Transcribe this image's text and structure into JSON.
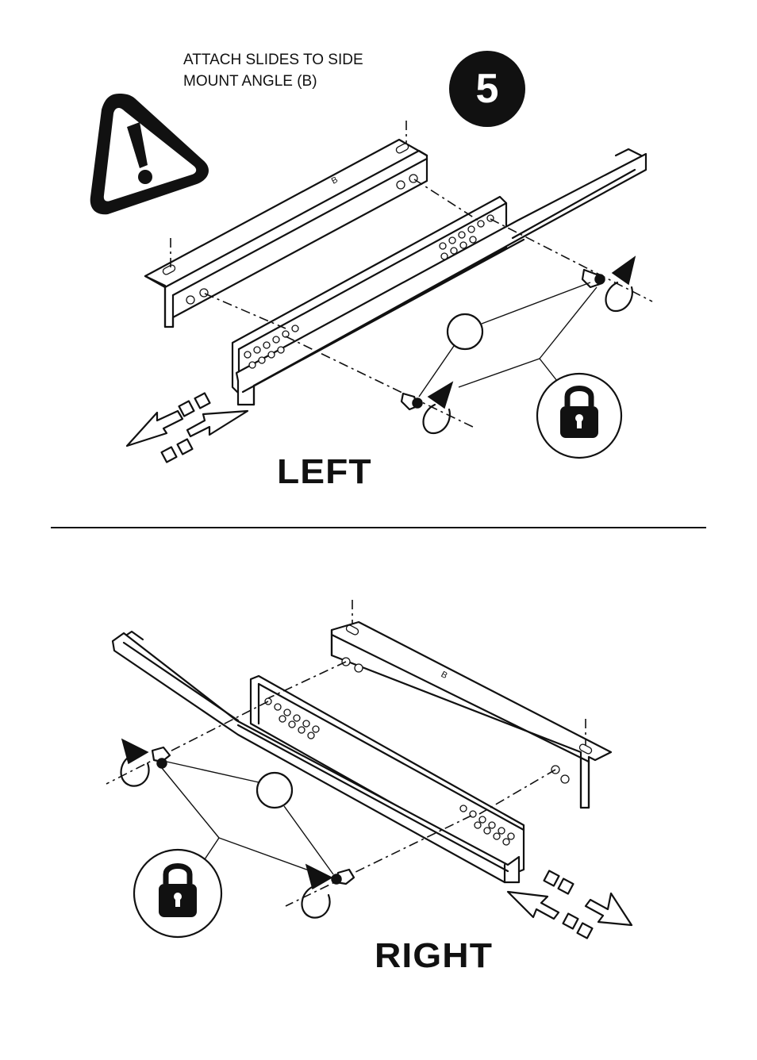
{
  "instruction": {
    "line1": "ATTACH SLIDES TO SIDE",
    "line2": "MOUNT ANGLE (B)"
  },
  "step_number": "5",
  "labels": {
    "left": "LEFT",
    "right": "RIGHT",
    "part_b": "B"
  },
  "icons": {
    "warning": "warning-triangle-icon",
    "lock": "padlock-icon",
    "rotate": "rotate-arrow-icon",
    "slide_direction": "double-arrow-icon"
  },
  "colors": {
    "ink": "#111111",
    "background": "#ffffff"
  }
}
